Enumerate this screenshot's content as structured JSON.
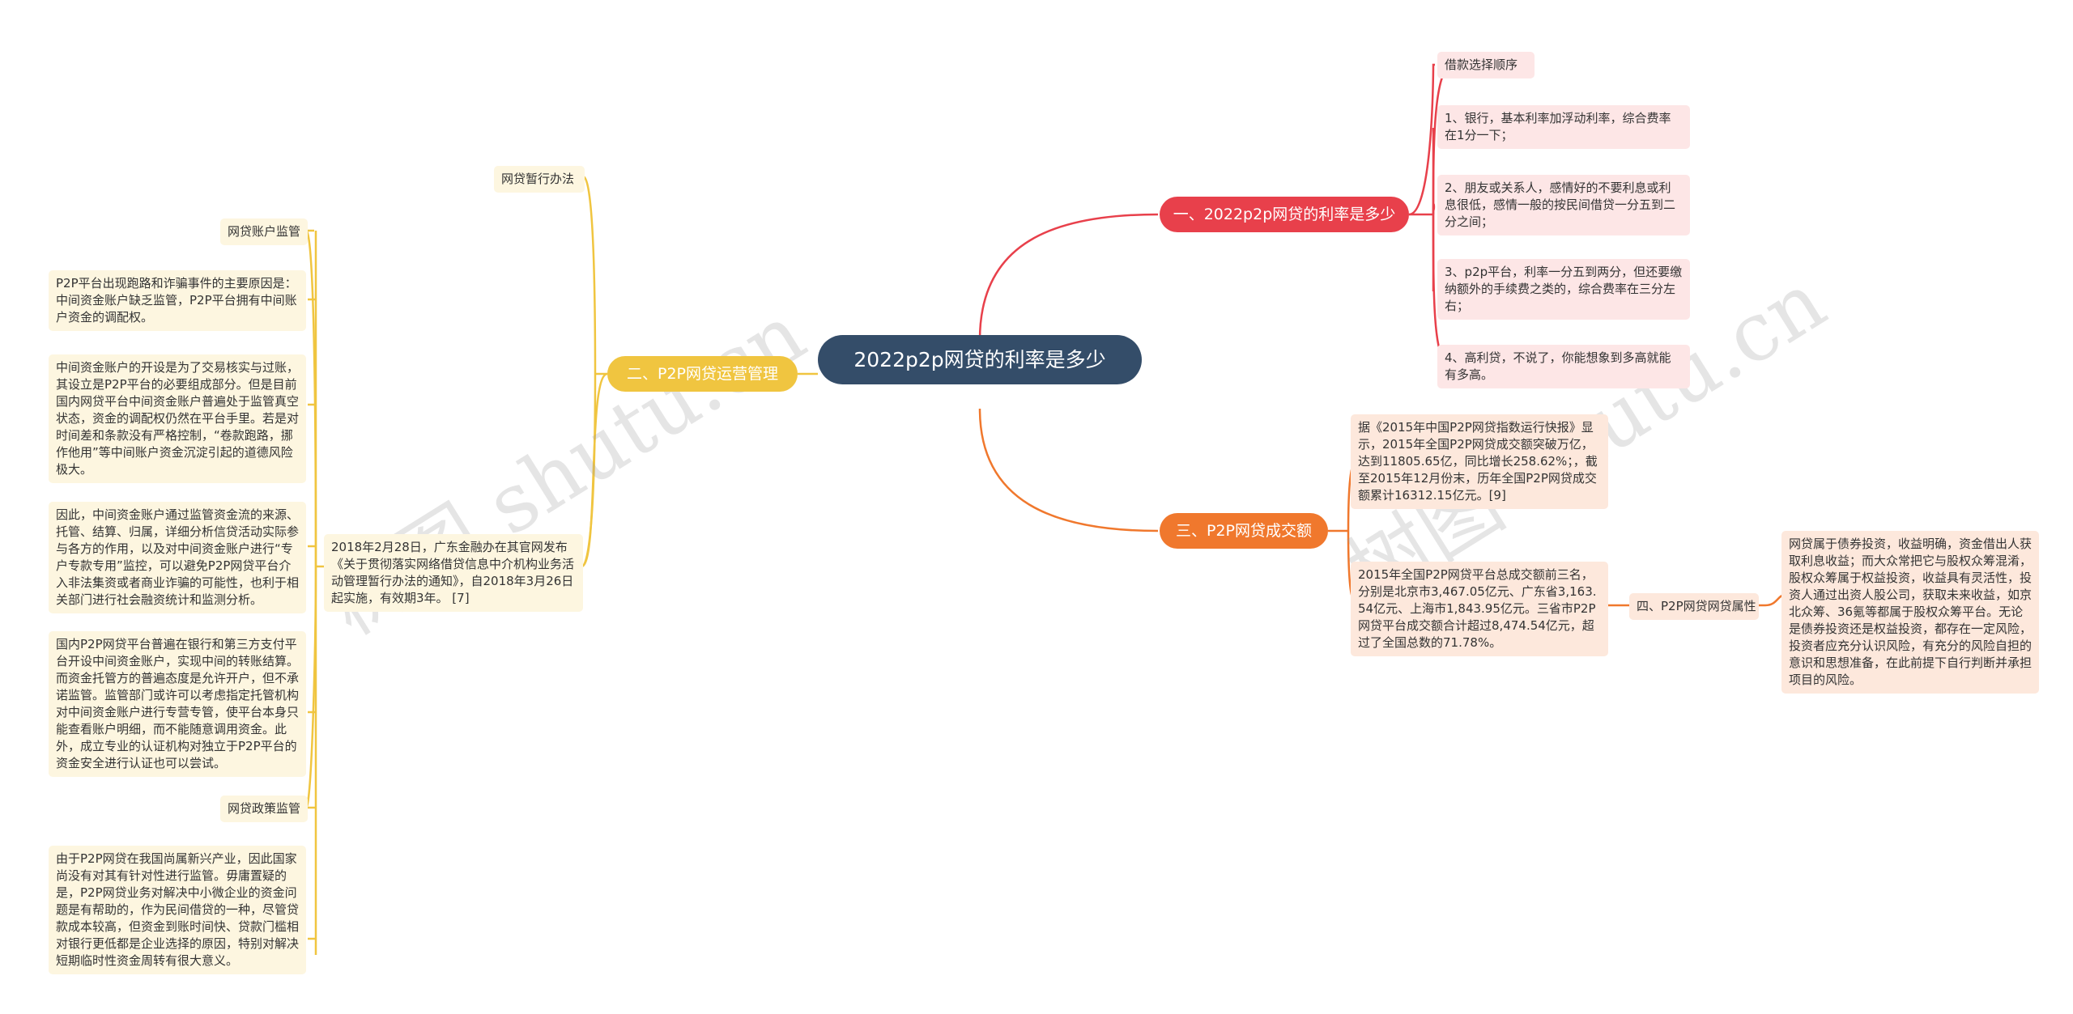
{
  "root": {
    "title": "2022p2p网贷的利率是多少"
  },
  "branches": {
    "b1": {
      "label": "一、2022p2p网贷的利率是多少",
      "color": "#e8404b",
      "children": [
        "借款选择顺序",
        "1、银行，基本利率加浮动利率，综合费率在1分一下；",
        "2、朋友或关系人，感情好的不要利息或利息很低，感情一般的按民间借贷一分五到二分之间；",
        "3、p2p平台，利率一分五到两分，但还要缴纳额外的手续费之类的，综合费率在三分左右；",
        "4、高利贷，不说了，你能想象到多高就能有多高。"
      ]
    },
    "b2": {
      "label": "二、P2P网贷运营管理",
      "color": "#f0c540",
      "children": {
        "c0": "网贷暂行办法",
        "c0_text": "2018年2月28日，广东金融办在其官网发布《关于贯彻落实网络借贷信息中介机构业务活动管理暂行办法的通知》，自2018年3月26日起实施，有效期3年。 [7]",
        "g1": "网贷账户监管",
        "g1_texts": [
          "P2P平台出现跑路和诈骗事件的主要原因是：中间资金账户缺乏监管，P2P平台拥有中间账户资金的调配权。",
          "中间资金账户的开设是为了交易核实与过账，其设立是P2P平台的必要组成部分。但是目前国内网贷平台中间资金账户普遍处于监管真空状态，资金的调配权仍然在平台手里。若是对时间差和条款没有严格控制，“卷款跑路，挪作他用”等中间账户资金沉淀引起的道德风险极大。",
          "因此，中间资金账户通过监管资金流的来源、托管、结算、归属，详细分析信贷活动实际参与各方的作用，以及对中间资金账户进行“专户专款专用”监控，可以避免P2P网贷平台介入非法集资或者商业诈骗的可能性，也利于相关部门进行社会融资统计和监测分析。",
          "国内P2P网贷平台普遍在银行和第三方支付平台开设中间资金账户，实现中间的转账结算。而资金托管方的普遍态度是允许开户，但不承诺监管。监管部门或许可以考虑指定托管机构对中间资金账户进行专营专管，使平台本身只能查看账户明细，而不能随意调用资金。此外，成立专业的认证机构对独立于P2P平台的资金安全进行认证也可以尝试。"
        ],
        "g2": "网贷政策监管",
        "g2_text": "由于P2P网贷在我国尚属新兴产业，因此国家尚没有对其有针对性进行监管。毋庸置疑的是，P2P网贷业务对解决中小微企业的资金问题是有帮助的，作为民间借贷的一种，尽管贷款成本较高，但资金到账时间快、贷款门槛相对银行更低都是企业选择的原因，特别对解决短期临时性资金周转有很大意义。"
      }
    },
    "b3": {
      "label": "三、P2P网贷成交额",
      "color": "#f0782d",
      "children": {
        "t1": "据《2015年中国P2P网贷指数运行快报》显示，2015年全国P2P网贷成交额突破万亿，达到11805.65亿，同比增长258.62%；，截至2015年12月份末，历年全国P2P网贷成交额累计16312.15亿元。[9]",
        "t2": "2015年全国P2P网贷平台总成交额前三名，分别是北京市3,467.05亿元、广东省3,163.54亿元、上海市1,843.95亿元。三省市P2P网贷平台成交额合计超过8,474.54亿元，超过了全国总数的71.78%。",
        "attr": "四、P2P网贷网贷属性",
        "attr_text": "网贷属于债券投资，收益明确，资金借出人获取利息收益；而大众常把它与股权众筹混淆，股权众筹属于权益投资，收益具有灵活性，投资人通过出资人股公司，获取未来收益，如京北众筹、36氪等都属于股权众筹平台。无论是债券投资还是权益投资，都存在一定风险，投资者应充分认识风险，有充分的风险自担的意识和思想准备，在此前提下自行判断并承担项目的风险。"
      }
    }
  },
  "watermark": "树图 shutu.cn"
}
